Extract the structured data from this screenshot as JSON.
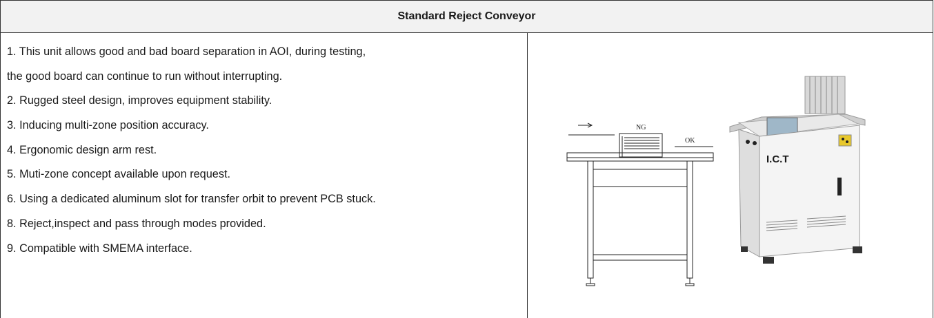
{
  "table": {
    "title": "Standard Reject Conveyor",
    "features": [
      "1. This unit allows good and bad board separation in AOI, during testing,",
      "the good board can continue to run without interrupting.",
      "2. Rugged steel design, improves equipment stability.",
      "3. Inducing multi-zone position accuracy.",
      "4. Ergonomic design arm rest.",
      "5. Muti-zone concept available upon request.",
      "6. Using a dedicated aluminum slot for transfer orbit to prevent PCB stuck.",
      "8. Reject,inspect and pass through modes provided.",
      "9. Compatible with SMEMA interface."
    ]
  },
  "drawing": {
    "ng_label": "NG",
    "ok_label": "OK"
  },
  "machine": {
    "brand": "I.C.T"
  }
}
